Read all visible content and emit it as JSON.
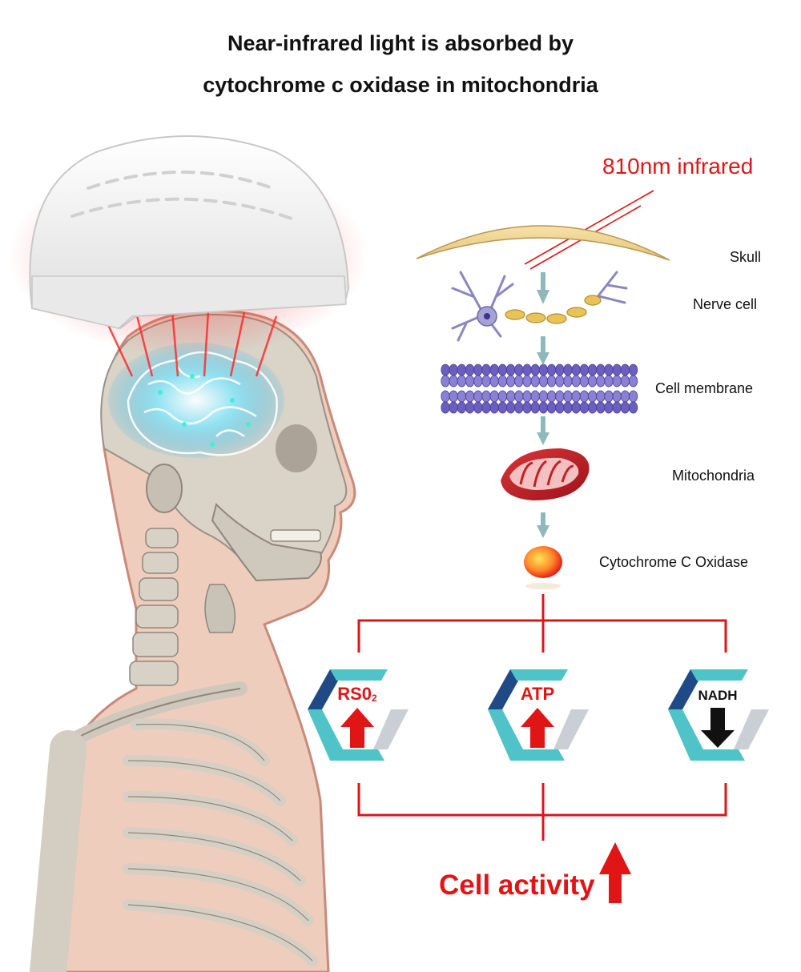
{
  "title": {
    "line1": "Near-infrared light is absorbed by",
    "line2": "cytochrome c oxidase in mitochondria"
  },
  "infrared_label": "810nm infrared",
  "steps": [
    {
      "label": "Skull"
    },
    {
      "label": "Nerve cell"
    },
    {
      "label": "Cell membrane"
    },
    {
      "label": "Mitochondria"
    },
    {
      "label": "Cytochrome C Oxidase"
    }
  ],
  "indicators": [
    {
      "label": "RS0",
      "subscript": "2",
      "direction": "up",
      "color": "#e01515"
    },
    {
      "label": "ATP",
      "subscript": "",
      "direction": "up",
      "color": "#e01515"
    },
    {
      "label": "NADH",
      "subscript": "",
      "direction": "down",
      "color": "#111111"
    }
  ],
  "result": {
    "label": "Cell activity",
    "direction": "up"
  },
  "colors": {
    "accent_red": "#e01515",
    "hex_dark_blue": "#1f4a86",
    "hex_teal": "#4fc3c8",
    "hex_grey": "#c9cfd4",
    "brain_glow": "#5fd3f0",
    "helmet": "#f2f2f2"
  },
  "icons": [
    "helmet-icon",
    "brain-icon",
    "skeleton-icon",
    "skull-layer-icon",
    "nerve-cell-icon",
    "cell-membrane-icon",
    "mitochondria-icon",
    "cytochrome-icon",
    "down-arrow-icon",
    "up-arrow-icon"
  ]
}
